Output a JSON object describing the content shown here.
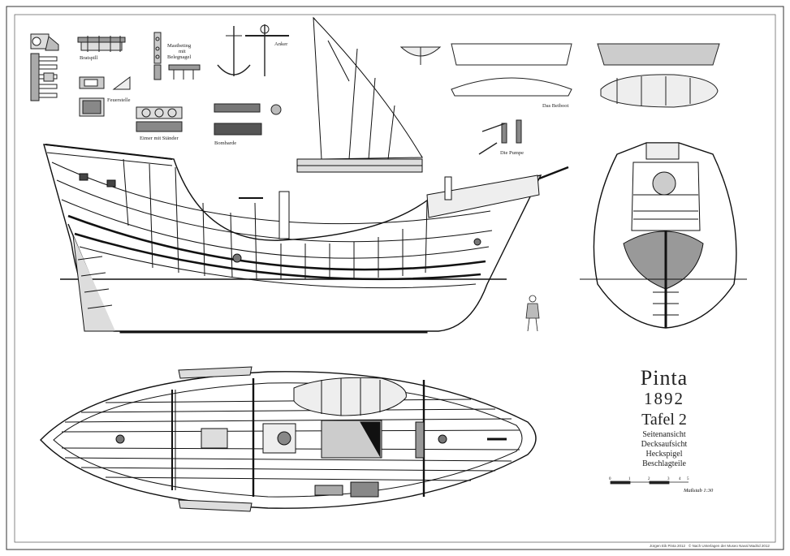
{
  "labels": {
    "bratspill": "Bratspill",
    "mastbeting": [
      "Mastbeting",
      "mit",
      "Belegnagel"
    ],
    "anker": "Anker",
    "feuerstelle": "Feuerstelle",
    "eimer": "Eimer mit Ständer",
    "bombarde": "Bombarde",
    "beiboot": "Das Beiboot",
    "pumpe": "Die Pumpe"
  },
  "title": {
    "name": "Pinta",
    "year": "1892",
    "plate": "Tafel 2",
    "contents": [
      "Seitenansicht",
      "Decksaufsicht",
      "Heckspigel",
      "Beschlagteile"
    ]
  },
  "scale": {
    "ticks": [
      "0",
      "1",
      "2",
      "3",
      "4",
      "5"
    ],
    "label": "Maßstab 1:30"
  },
  "footer": {
    "left": "Jürgen Eik Pinta 2012",
    "right": "© Nach Unterlagen der Museo Naval Madrid 2012"
  }
}
